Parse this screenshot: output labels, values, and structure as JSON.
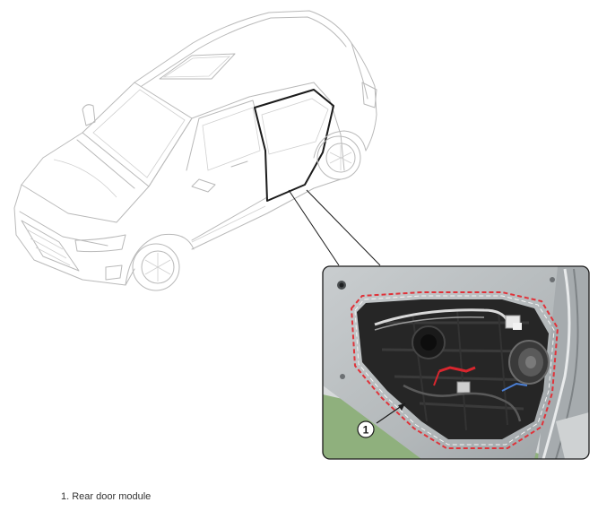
{
  "callout": {
    "number": "1"
  },
  "legend": [
    {
      "number": "1",
      "label": "1. Rear door module"
    }
  ],
  "colors": {
    "seal_line": "#e0333a",
    "door_panel": "#b7bcbe",
    "module_body": "#262626",
    "floor": "#8fb07d"
  }
}
